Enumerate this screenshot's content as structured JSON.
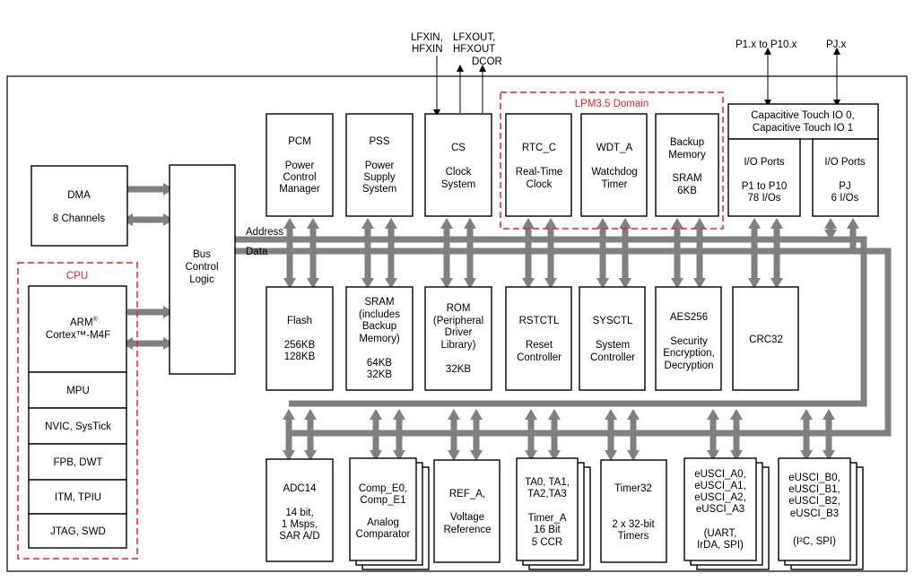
{
  "signals": {
    "lfxin": "LFXIN,",
    "hfxin": "HFXIN",
    "lfxout": "LFXOUT,",
    "hfxout": "HFXOUT",
    "dcor": "DCOR",
    "p_ports": "P1.x to P10.x",
    "pj_ports": "PJ.x"
  },
  "labels": {
    "address": "Address",
    "data": "Data",
    "cpu_region": "CPU",
    "lpm_region": "LPM3.5 Domain"
  },
  "dma": {
    "l1": "DMA",
    "l2": "8 Channels"
  },
  "bus_control": {
    "l1": "Bus",
    "l2": "Control",
    "l3": "Logic"
  },
  "cpu": {
    "arm": "ARM",
    "arm_sup": "®",
    "core": "Cortex™-M4F",
    "rows": [
      "MPU",
      "NVIC, SysTick",
      "FPB, DWT",
      "ITM, TPIU",
      "JTAG, SWD"
    ]
  },
  "top_blocks": {
    "pcm": [
      "PCM",
      "Power",
      "Control",
      "Manager"
    ],
    "pss": [
      "PSS",
      "Power",
      "Supply",
      "System"
    ],
    "cs": [
      "CS",
      "Clock",
      "System"
    ],
    "rtc": [
      "RTC_C",
      "Real-Time",
      "Clock"
    ],
    "wdt": [
      "WDT_A",
      "Watchdog",
      "Timer"
    ],
    "backup": [
      "Backup",
      "Memory",
      "SRAM",
      "6KB"
    ]
  },
  "captouch": [
    "Capacitive Touch IO 0,",
    "Capacitive Touch IO 1"
  ],
  "io_ports": [
    "I/O Ports",
    "P1 to P10",
    "78 I/Os"
  ],
  "io_pj": [
    "I/O Ports",
    "PJ",
    "6 I/Os"
  ],
  "mid_blocks": {
    "flash": [
      "Flash",
      "256KB",
      "128KB"
    ],
    "sram": [
      "SRAM",
      "(includes",
      "Backup",
      "Memory)",
      "64KB",
      "32KB"
    ],
    "rom": [
      "ROM",
      "(Peripheral",
      "Driver",
      "Library)",
      "32KB"
    ],
    "rstctl": [
      "RSTCTL",
      "Reset",
      "Controller"
    ],
    "sysctl": [
      "SYSCTL",
      "System",
      "Controller"
    ],
    "aes": [
      "AES256",
      "Security",
      "Encryption,",
      "Decryption"
    ],
    "crc": [
      "CRC32"
    ]
  },
  "bottom_blocks": {
    "adc": [
      "ADC14",
      "14 bit,",
      "1 Msps,",
      "SAR A/D"
    ],
    "comp": [
      "Comp_E0,",
      "Comp_E1",
      "Analog",
      "Comparator"
    ],
    "ref": [
      "REF_A,",
      "Voltage",
      "Reference"
    ],
    "ta": [
      "TA0, TA1,",
      "TA2,TA3",
      "Timer_A",
      "16 Bit",
      "5 CCR"
    ],
    "timer32": [
      "Timer32",
      "2 x 32-bit",
      "Timers"
    ],
    "usci_a": [
      "eUSCI_A0,",
      "eUSCI_A1,",
      "eUSCI_A2,",
      "eUSCI_A3",
      "(UART,",
      "IrDA, SPI)"
    ],
    "usci_b": [
      "eUSCI_B0,",
      "eUSCI_B1,",
      "eUSCI_B2,",
      "eUSCI_B3",
      "(I²C, SPI)"
    ]
  }
}
